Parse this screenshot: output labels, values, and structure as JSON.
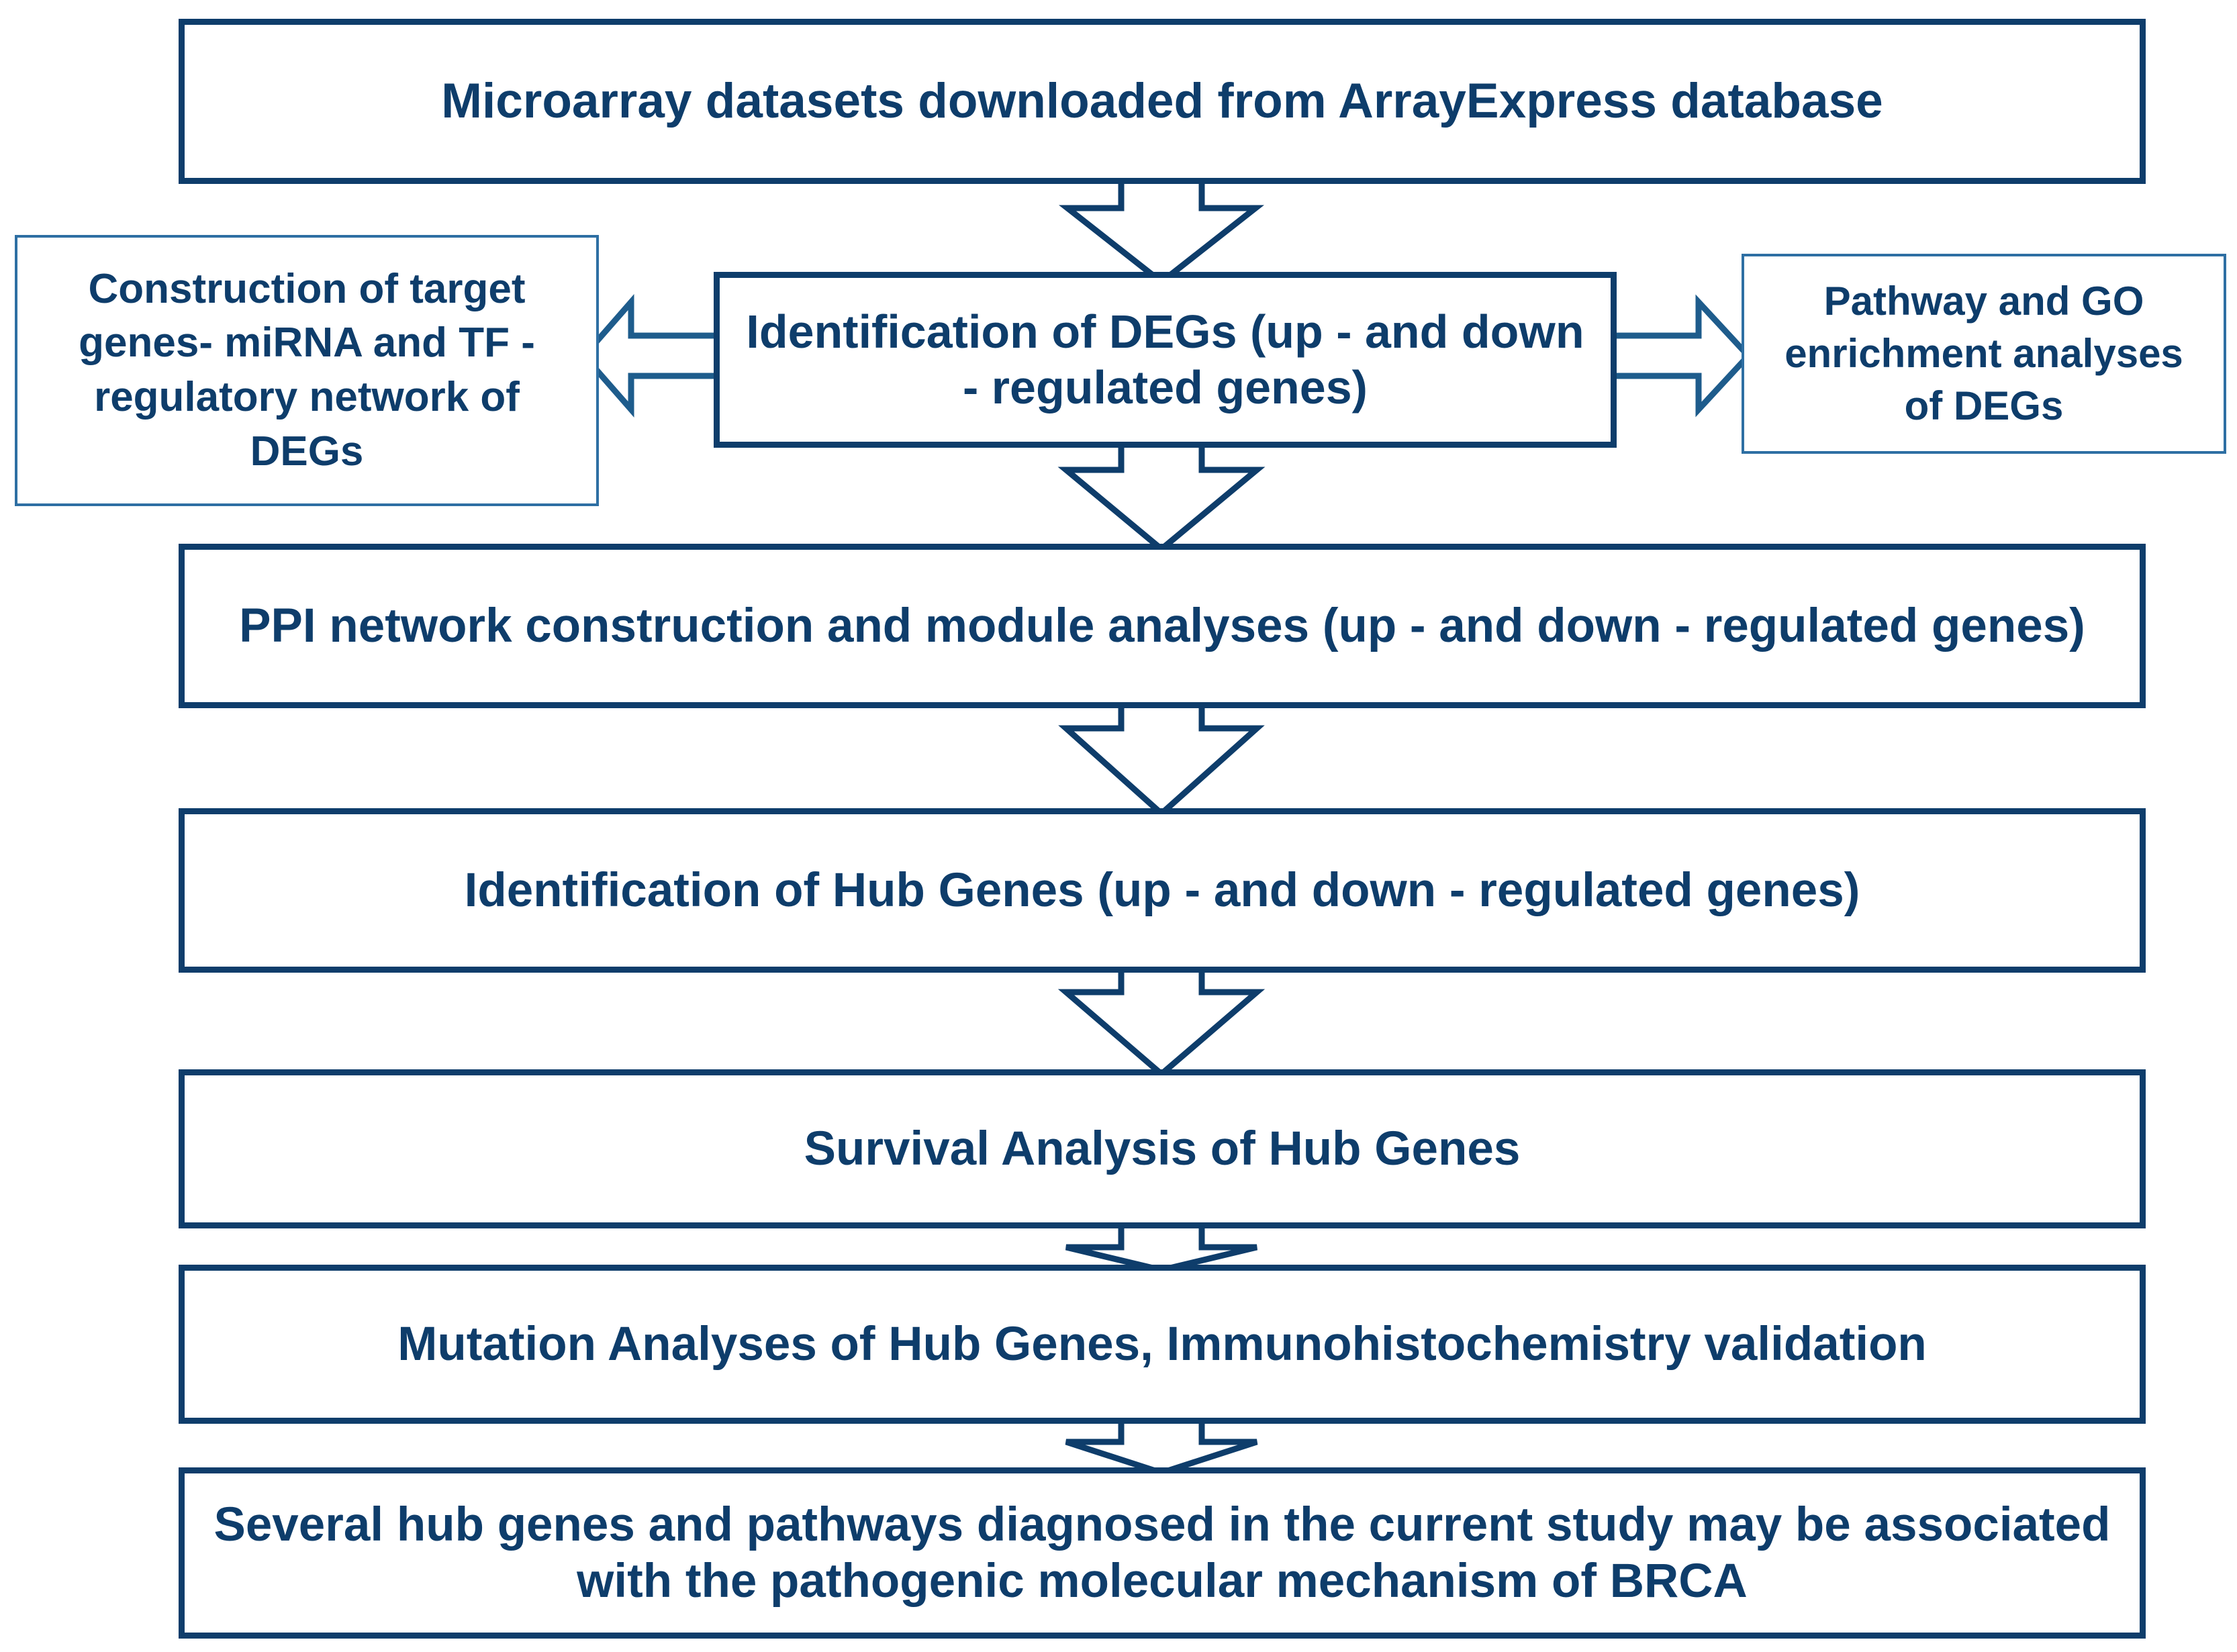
{
  "diagram": {
    "title_flow": "Study workflow flowchart",
    "colors": {
      "box_border_primary": "#0E3D6B",
      "box_border_side": "#2E6FA3",
      "text": "#0E3D6B",
      "arrow_stroke": "#0E3D6B",
      "background": "#FFFFFF"
    },
    "nodes": {
      "top": "Microarray datasets downloaded from ArrayExpress database",
      "left": "Construction of target genes- miRNA and TF - regulatory network of DEGs",
      "center": "Identification of DEGs (up - and down - regulated genes)",
      "right": "Pathway and GO enrichment analyses of DEGs",
      "ppi": "PPI network construction and module analyses (up - and down - regulated genes)",
      "hub": "Identification of Hub Genes (up - and down - regulated genes)",
      "survival": "Survival Analysis of Hub Genes",
      "mutation": "Mutation Analyses of Hub Genes, Immunohistochemistry validation",
      "conclusion": "Several hub genes and pathways diagnosed in the current study may be associated with the pathogenic molecular mechanism of BRCA"
    },
    "arrows": [
      {
        "name": "arrow-top-to-center",
        "direction": "down"
      },
      {
        "name": "arrow-center-to-left",
        "direction": "left"
      },
      {
        "name": "arrow-center-to-right",
        "direction": "right"
      },
      {
        "name": "arrow-center-to-ppi",
        "direction": "down"
      },
      {
        "name": "arrow-ppi-to-hub",
        "direction": "down"
      },
      {
        "name": "arrow-hub-to-survival",
        "direction": "down"
      },
      {
        "name": "arrow-survival-to-mutation",
        "direction": "down"
      },
      {
        "name": "arrow-mutation-to-conclusion",
        "direction": "down"
      }
    ]
  }
}
